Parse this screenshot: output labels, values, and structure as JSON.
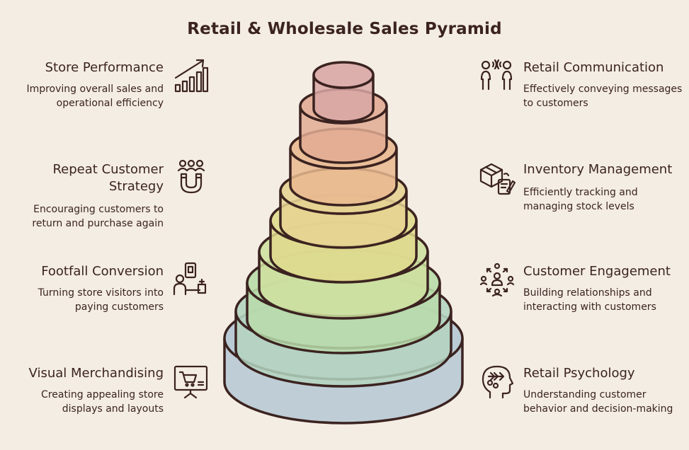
{
  "title": "Retail & Wholesale Sales Pyramid",
  "colors": {
    "background": "#f4ede4",
    "ink": "#3b2320",
    "tiers": [
      "#d9a7a6",
      "#e2ab93",
      "#e9b88f",
      "#e6d293",
      "#dfd98d",
      "#cfe0a0",
      "#b9dbaa",
      "#b4d4c0",
      "#b5c7d4"
    ]
  },
  "left_items": [
    {
      "heading": "Store Performance",
      "description": "Improving overall sales and operational efficiency",
      "icon": "bar-chart-growth-icon"
    },
    {
      "heading": "Repeat Customer Strategy",
      "description": "Encouraging customers to return and purchase again",
      "icon": "magnet-people-icon"
    },
    {
      "heading": "Footfall Conversion",
      "description": "Turning store visitors into paying customers",
      "icon": "visitor-conversion-icon"
    },
    {
      "heading": "Visual Merchandising",
      "description": "Creating appealing store displays and layouts",
      "icon": "display-board-icon"
    }
  ],
  "right_items": [
    {
      "heading": "Retail Communication",
      "description": "Effectively conveying messages to customers",
      "icon": "people-talking-icon"
    },
    {
      "heading": "Inventory Management",
      "description": "Efficiently tracking and managing stock levels",
      "icon": "box-checklist-icon"
    },
    {
      "heading": "Customer Engagement",
      "description": "Building relationships and interacting with customers",
      "icon": "group-network-icon"
    },
    {
      "heading": "Retail Psychology",
      "description": "Understanding customer behavior and decision-making",
      "icon": "head-mind-icon"
    }
  ]
}
